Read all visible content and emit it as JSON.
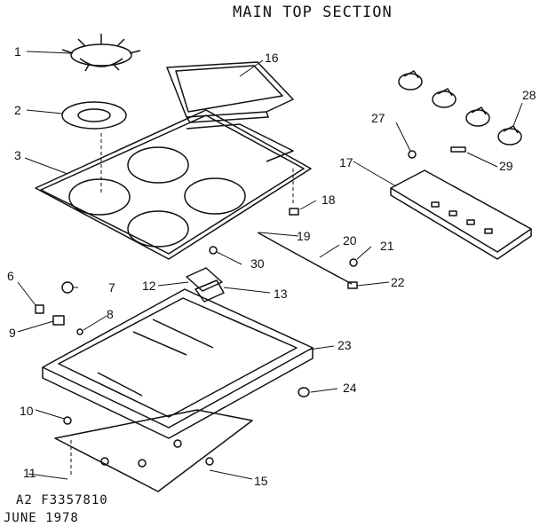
{
  "title": "MAIN TOP SECTION",
  "drawing_number": "A2 F3357810",
  "date": "JUNE 1978",
  "callouts": [
    "1",
    "2",
    "3",
    "6",
    "7",
    "8",
    "9",
    "10",
    "11",
    "12",
    "13",
    "15",
    "16",
    "17",
    "18",
    "19",
    "20",
    "21",
    "22",
    "23",
    "24",
    "27",
    "28",
    "29",
    "30"
  ]
}
